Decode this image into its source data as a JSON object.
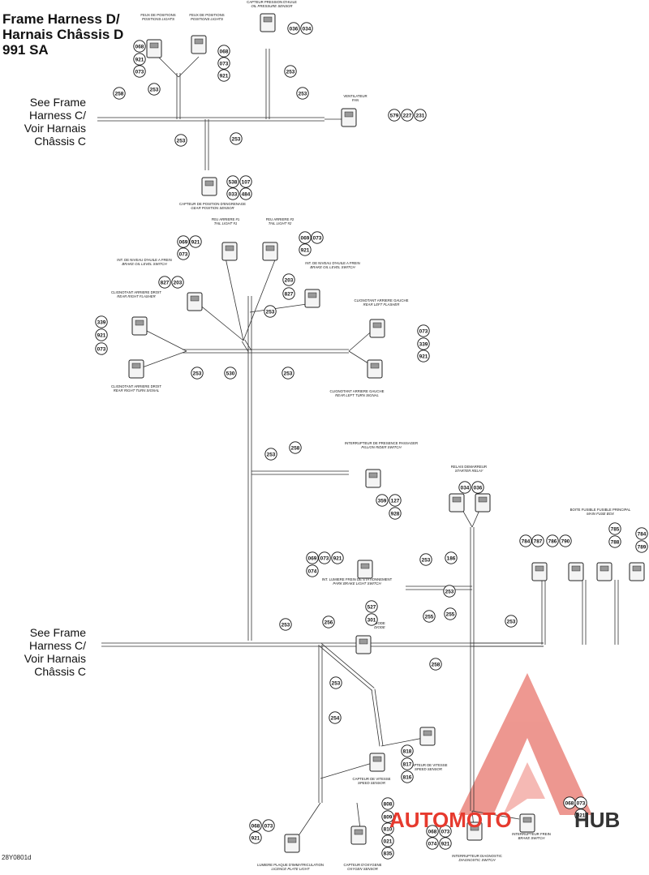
{
  "title": {
    "line1": "Frame Harness D/",
    "line2": "Harnais Châssis D",
    "line3": "991 SA"
  },
  "see_top": {
    "line1": "See Frame",
    "line2": "Harness C/",
    "line3": "Voir Harnais",
    "line4": "Châssis C"
  },
  "see_bottom": {
    "line1": "See Frame",
    "line2": "Harness C/",
    "line3": "Voir Harnais",
    "line4": "Châssis C"
  },
  "drawing_code": "28Y0801d",
  "watermark": {
    "text_left": "AUTOMOTO",
    "text_right": "HUB",
    "color": "#e63a2e"
  },
  "components": [
    {
      "fr": "FEUX DE POSITIONS",
      "en": "POSITIONS LIGHTS"
    },
    {
      "fr": "FEUX DE POSITIONS",
      "en": "POSITIONS LIGHTS"
    },
    {
      "fr": "CAPTEUR PRESSION D'HUILE",
      "en": "OIL PRESSURE SENSOR"
    },
    {
      "fr": "VENTILATEUR",
      "en": "FAN"
    },
    {
      "fr": "CAPTEUR DE POSITION D'ENGRENAGE",
      "en": "GEAR POSITION SENSOR"
    },
    {
      "fr": "FEU ARRIERE #1",
      "en": "TAIL LIGHT #1"
    },
    {
      "fr": "FEU ARRIERE #2",
      "en": "TAIL LIGHT #2"
    },
    {
      "fr": "INT. DE NIVEAU D'HUILE A FREIN",
      "en": "BRAKE OIL LEVEL SWITCH"
    },
    {
      "fr": "INT. DE NIVEAU D'HUILE A FREIN",
      "en": "BRAKE OIL LEVEL SWITCH"
    },
    {
      "fr": "CLIGNOTANT ARRIERE DROIT",
      "en": "REAR RIGHT FLASHER"
    },
    {
      "fr": "CLIGNOTANT ARRIERE GAUCHE",
      "en": "REAR LEFT FLASHER"
    },
    {
      "fr": "CLIGNOTANT ARRIERE DROIT",
      "en": "REAR RIGHT TURN SIGNAL"
    },
    {
      "fr": "CLIGNOTANT ARRIERE GAUCHE",
      "en": "REAR LEFT TURN SIGNAL"
    },
    {
      "fr": "INTERRUPTEUR DE PRESENCE PASSAGER",
      "en": "PILLION RIDER SWITCH"
    },
    {
      "fr": "RELAIS DEMARREUR",
      "en": "STARTER RELAY"
    },
    {
      "fr": "BOITE FUSIBLE FUSIBLE PRINCIPAL",
      "en": "MAIN FUSE BOX"
    },
    {
      "fr": "INT. LUMIERE FREIN DE STATIONNEMENT",
      "en": "PARK BRAKE LIGHT SWITCH"
    },
    {
      "fr": "DIODE",
      "en": "DIODE"
    },
    {
      "fr": "CAPTEUR DE VITESSE",
      "en": "SPEED SENSOR"
    },
    {
      "fr": "CAPTEUR DE VITESSE",
      "en": "SPEED SENSOR"
    },
    {
      "fr": "LUMIERE PLAQUE D'IMMATRICULATION",
      "en": "LICENCE PLATE LIGHT"
    },
    {
      "fr": "CAPTEUR D'OXYGENE",
      "en": "OXYGEN SENSOR"
    },
    {
      "fr": "INTERRUPTEUR DIAGNOSTIC",
      "en": "DIAGNOSTIC SWITCH"
    },
    {
      "fr": "INTERRUPTEUR FREIN",
      "en": "BRAKE SWITCH"
    }
  ],
  "circles": [
    "068",
    "921",
    "073",
    "068",
    "073",
    "921",
    "036",
    "034",
    "579",
    "227",
    "231",
    "538",
    "107",
    "033",
    "484",
    "069",
    "921",
    "073",
    "069",
    "073",
    "921",
    "827",
    "203",
    "203",
    "827",
    "339",
    "921",
    "073",
    "073",
    "339",
    "921",
    "359",
    "127",
    "928",
    "034",
    "036",
    "784",
    "787",
    "786",
    "790",
    "785",
    "788",
    "784",
    "789",
    "069",
    "073",
    "921",
    "074",
    "527",
    "301",
    "818",
    "817",
    "816",
    "068",
    "073",
    "921",
    "808",
    "809",
    "810",
    "021",
    "835",
    "068",
    "073",
    "074",
    "921",
    "068",
    "073",
    "921"
  ],
  "wires": [
    "258",
    "253",
    "253",
    "253",
    "253",
    "253",
    "253",
    "253",
    "530",
    "253",
    "253",
    "258",
    "253",
    "186",
    "253",
    "256",
    "255",
    "255",
    "253",
    "258",
    "253",
    "253",
    "254"
  ]
}
